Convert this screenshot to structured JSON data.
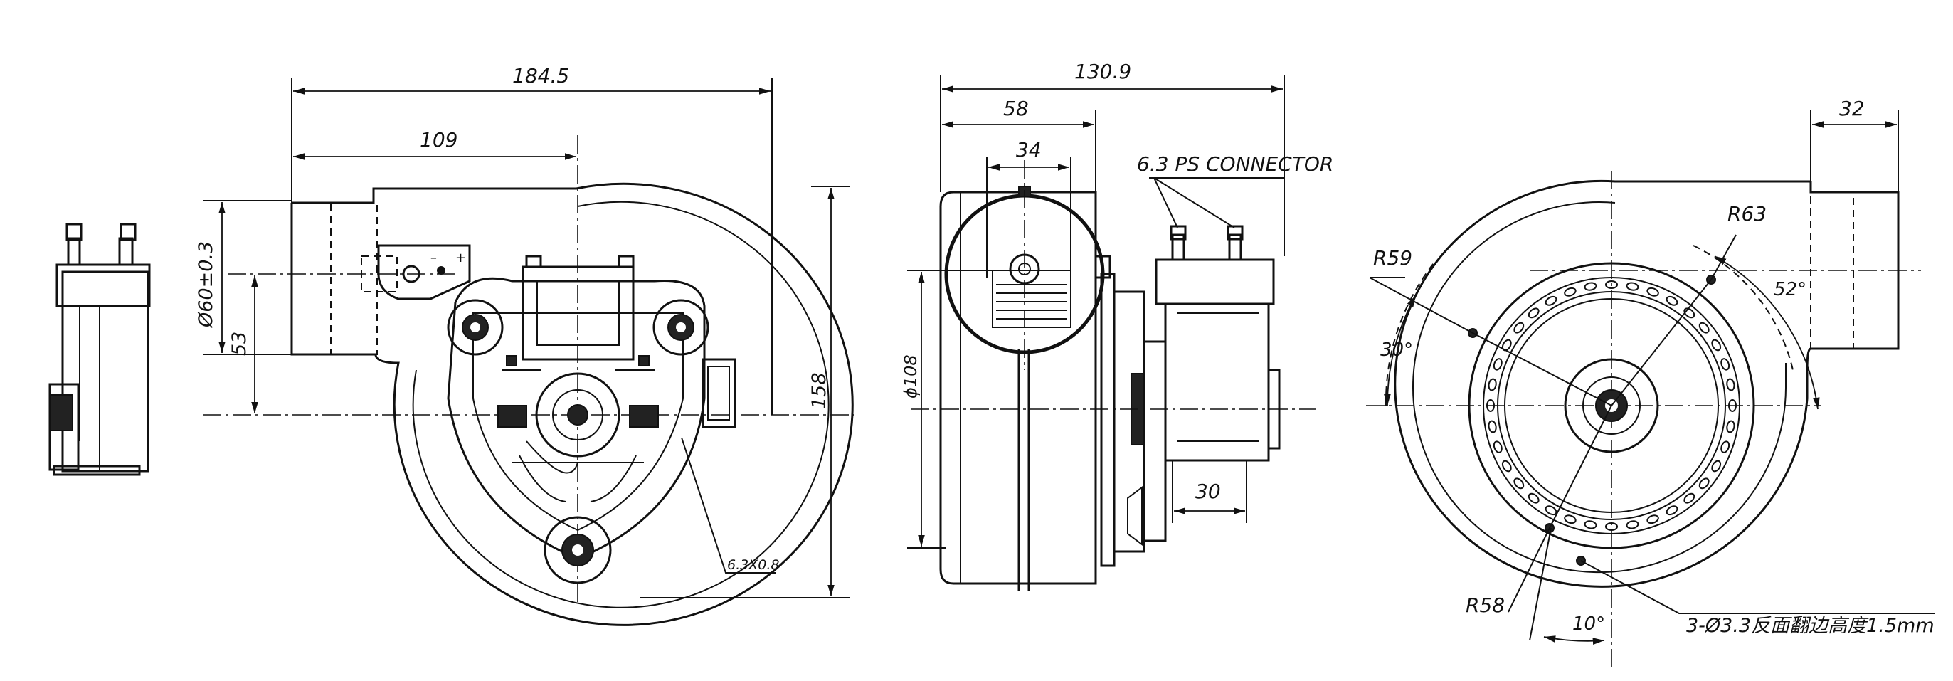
{
  "views": {
    "side_left": {},
    "front": {
      "dim_overall_width": "184.5",
      "dim_outlet_center": "109",
      "dim_outlet_diameter": "Ø60±0.3",
      "dim_outlet_height": "53",
      "dim_total_height": "158",
      "terminal_size": "6.3X0.8"
    },
    "side_right": {
      "dim_overall_depth": "130.9",
      "dim_housing_depth": "58",
      "dim_inner": "34",
      "connector_label": "6.3 PS CONNECTOR",
      "dim_diameter": "ϕ108",
      "dim_motor": "30"
    },
    "back": {
      "dim_outlet_length": "32",
      "radius_r63": "R63",
      "radius_r59": "R59",
      "radius_r58": "R58",
      "angle_30": "30°",
      "angle_52": "52°",
      "angle_10": "10°",
      "holes_note": "3-Ø3.3反面翻边高度1.5mm"
    }
  }
}
